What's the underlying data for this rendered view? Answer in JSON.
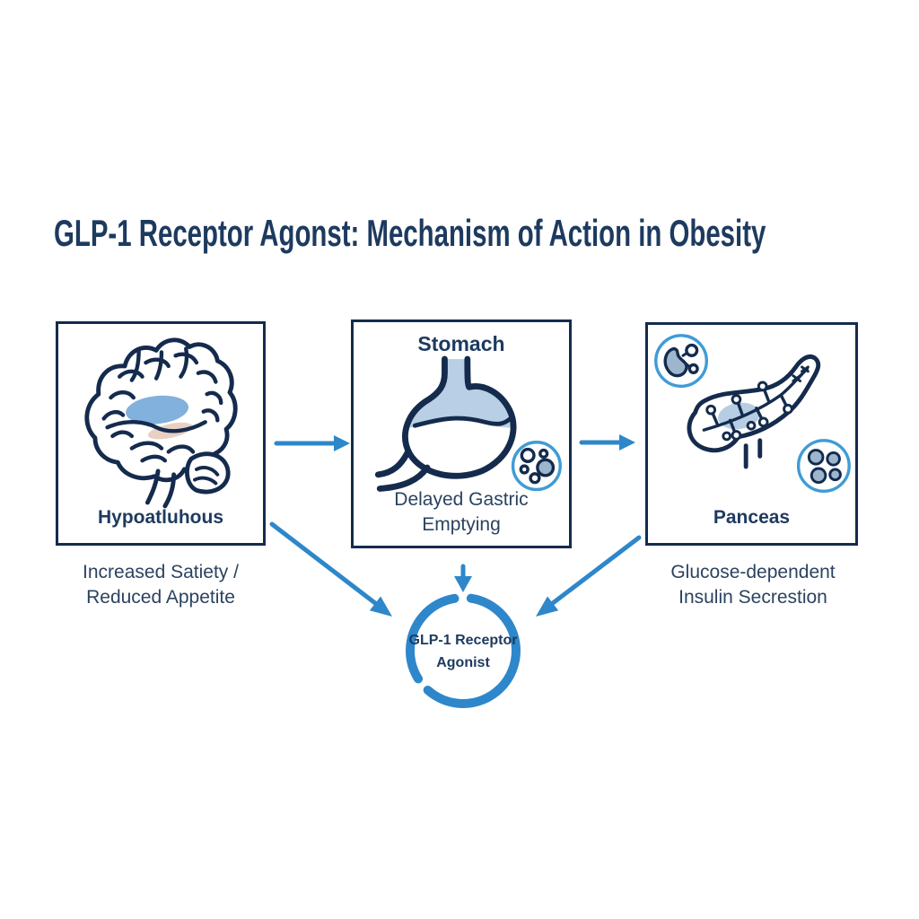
{
  "title": "GLP-1 Receptor Agonst: Mechanism of Action in Obesity",
  "boxes": {
    "hypothalamus": {
      "label": "Hypoatluhous",
      "caption_line1": "Increased Satiety /",
      "caption_line2": "Reduced Appetite"
    },
    "stomach": {
      "heading": "Stomach",
      "caption_line1": "Delayed Gastric",
      "caption_line2": "Emptying"
    },
    "pancreas": {
      "label": "Panceas",
      "caption_line1": "Glucose-dependent",
      "caption_line2": "Insulin Secrestion"
    }
  },
  "center_node": {
    "line1": "GLP-1 Receptor",
    "line2": "Agonist"
  },
  "icons": {
    "brain": "brain-icon",
    "stomach": "stomach-icon",
    "pancreas": "pancreas-icon",
    "food_particles": "food-particles-icon",
    "incretin_molecule": "incretin-molecule-icon",
    "insulin_granules": "insulin-granules-icon",
    "center_ring": "glp1-ring-icon"
  },
  "colors": {
    "background": "#ffffff",
    "navy_line": "#142b4d",
    "navy_text": "#1d3a5f",
    "caption_text": "#2b4360",
    "arrow_blue": "#2e87ca",
    "badge_blue": "#3f9cd6",
    "light_blue": "#b9cfe5",
    "organ_fill": "#9eb6cd",
    "highlight_blue": "#6ba3d6",
    "peach": "#d8b29c"
  }
}
